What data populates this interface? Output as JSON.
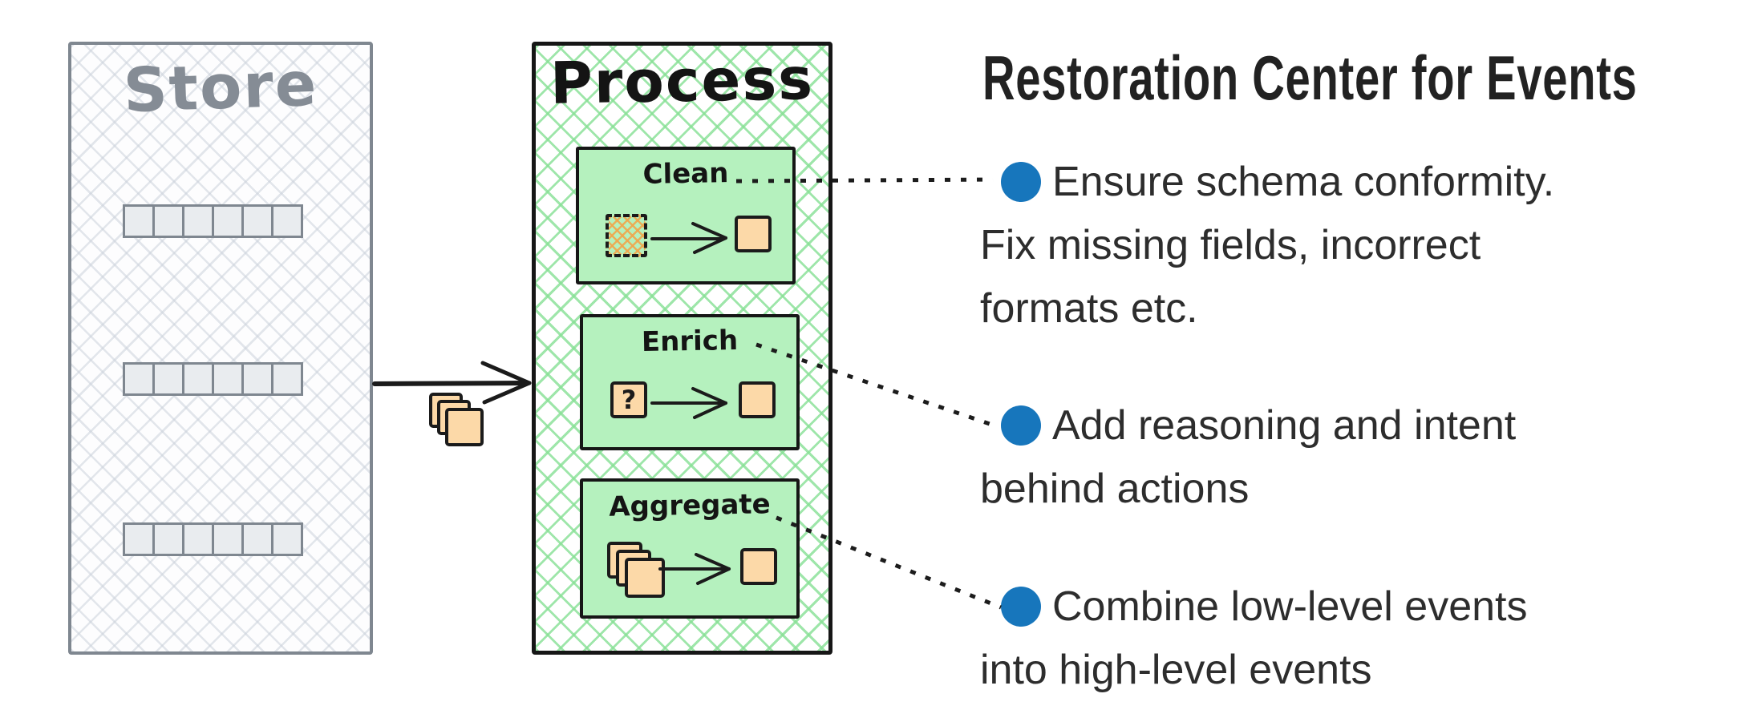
{
  "colors": {
    "accent_blue": "#1776bc",
    "process_step_green": "#b5f1be",
    "process_hatch_green": "#86e094",
    "event_orange": "#fcd9a8",
    "damaged_hatch_orange": "#f0a64c",
    "store_gray": "#858c95",
    "ink_black": "#1b1b1b"
  },
  "store": {
    "title": "Store",
    "rows": [
      6,
      6,
      6
    ]
  },
  "process": {
    "title": "Process",
    "steps": [
      {
        "label": "Clean",
        "input_icon": "damaged-event-icon",
        "output_icon": "event-icon"
      },
      {
        "label": "Enrich",
        "input_icon": "unknown-event-icon",
        "input_symbol": "?",
        "output_icon": "event-icon"
      },
      {
        "label": "Aggregate",
        "input_icon": "event-stack-icon",
        "output_icon": "event-icon"
      }
    ]
  },
  "flow": {
    "events_stack_count": 3
  },
  "annotations": {
    "heading": "Restoration Center for Events",
    "bullets": [
      {
        "text": "Ensure schema conformity.\nFix missing fields, incorrect\nformats etc."
      },
      {
        "text": "Add reasoning and intent\nbehind actions"
      },
      {
        "text": "Combine low-level events\ninto high-level events"
      }
    ]
  }
}
